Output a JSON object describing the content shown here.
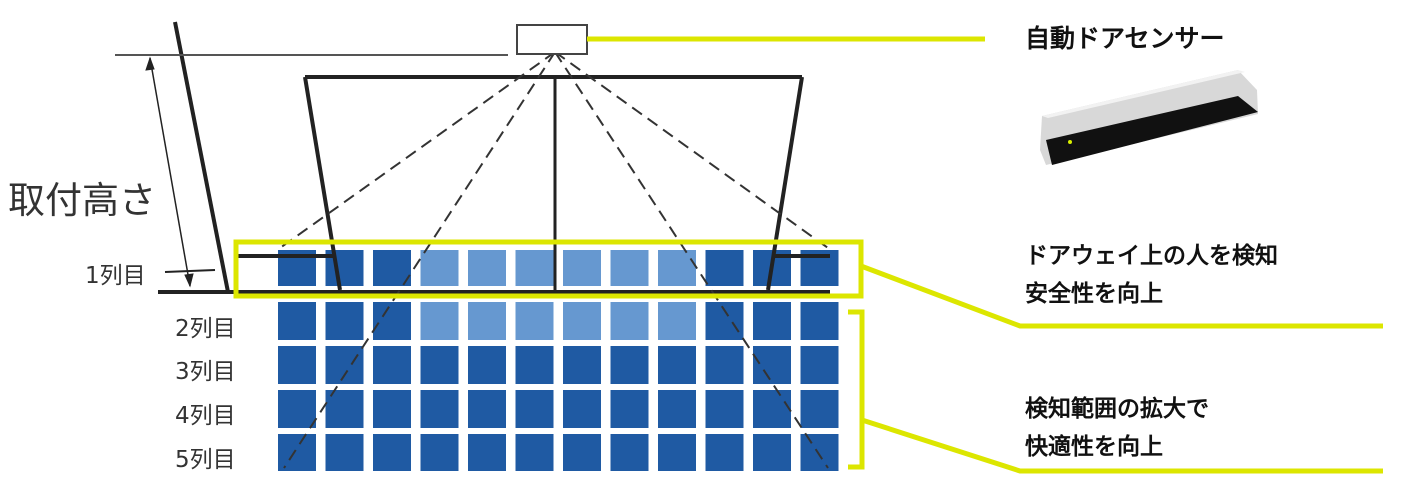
{
  "labels": {
    "mount_height": "取付高さ",
    "rows": [
      "1列目",
      "2列目",
      "3列目",
      "4列目",
      "5列目"
    ]
  },
  "captions": {
    "sensor_title": "自動ドアセンサー",
    "doorway_line1": "ドアウェイ上の人を検知",
    "doorway_line2": "安全性を向上",
    "range_line1": "検知範囲の拡大で",
    "range_line2": "快適性を向上"
  },
  "grid": {
    "columns": 12,
    "rows": [
      [
        1,
        1,
        1,
        0,
        0,
        0,
        0,
        0,
        0,
        1,
        1,
        1
      ],
      [
        1,
        1,
        1,
        0,
        0,
        0,
        0,
        0,
        0,
        1,
        1,
        1
      ],
      [
        1,
        1,
        1,
        1,
        1,
        1,
        1,
        1,
        1,
        1,
        1,
        1
      ],
      [
        1,
        1,
        1,
        1,
        1,
        1,
        1,
        1,
        1,
        1,
        1,
        1
      ],
      [
        1,
        1,
        1,
        1,
        1,
        1,
        1,
        1,
        1,
        1,
        1,
        1
      ]
    ]
  },
  "colors": {
    "dark_cell": "#1f5aa3",
    "light_cell": "#6698d0",
    "accent": "#dce600",
    "line": "#222222"
  }
}
